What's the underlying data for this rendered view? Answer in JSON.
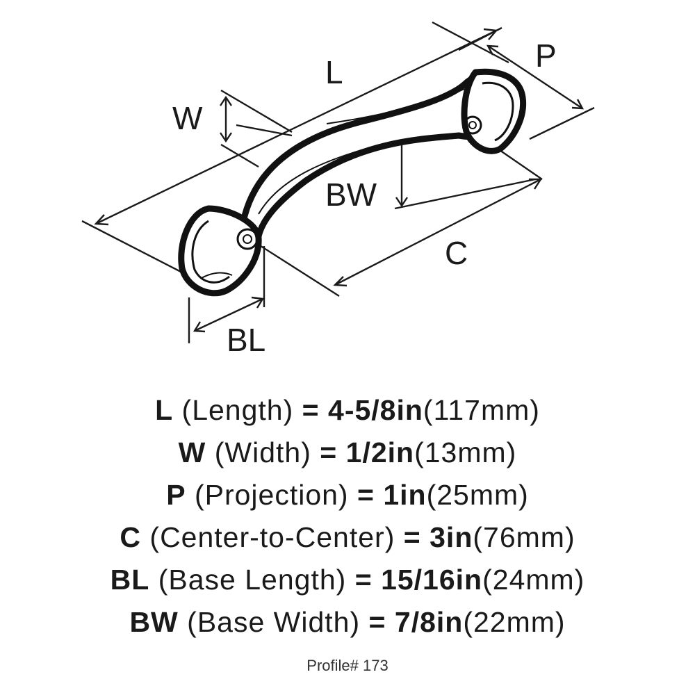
{
  "diagram_labels": {
    "L": "L",
    "W": "W",
    "P": "P",
    "BW": "BW",
    "C": "C",
    "BL": "BL"
  },
  "specs": [
    {
      "code": "L",
      "name": "(Length)",
      "eq": "=",
      "imperial": "4-5/8in",
      "metric": "(117mm)"
    },
    {
      "code": "W",
      "name": "(Width)",
      "eq": "=",
      "imperial": "1/2in",
      "metric": "(13mm)"
    },
    {
      "code": "P",
      "name": "(Projection)",
      "eq": "=",
      "imperial": "1in",
      "metric": "(25mm)"
    },
    {
      "code": "C",
      "name": "(Center-to-Center)",
      "eq": "=",
      "imperial": "3in",
      "metric": "(76mm)"
    },
    {
      "code": "BL",
      "name": "(Base Length)",
      "eq": "=",
      "imperial": "15/16in",
      "metric": "(24mm)"
    },
    {
      "code": "BW",
      "name": "(Base Width)",
      "eq": "=",
      "imperial": "7/8in",
      "metric": "(22mm)"
    }
  ],
  "profile": "Profile# 173",
  "colors": {
    "ink": "#1a1a1a",
    "background": "#ffffff"
  }
}
